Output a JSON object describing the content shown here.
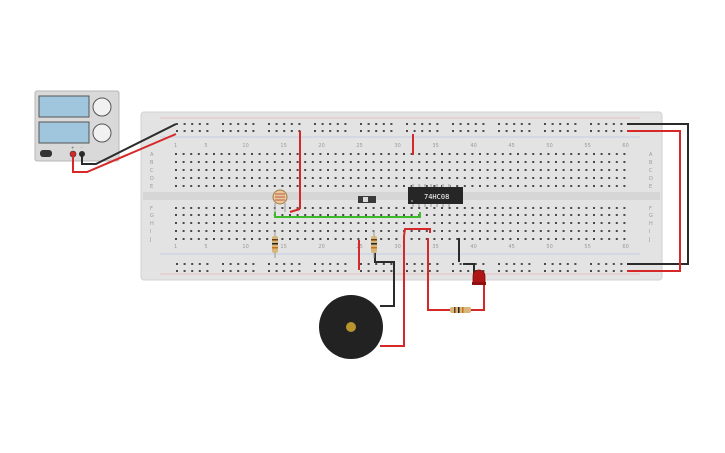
{
  "ic": {
    "label": "74HC08"
  },
  "breadboard": {
    "column_numbers": [
      "1",
      "5",
      "10",
      "15",
      "20",
      "25",
      "30",
      "35",
      "40",
      "45",
      "50",
      "55",
      "60"
    ],
    "row_letters_top": [
      "A",
      "B",
      "C",
      "D",
      "E"
    ],
    "row_letters_bottom": [
      "F",
      "G",
      "H",
      "I",
      "J"
    ]
  },
  "power_supply": {
    "terminal_labels": [
      "+",
      "-"
    ]
  },
  "colors": {
    "breadboard": "#e3e3e3",
    "hole": "#4a4a4a",
    "wire_red": "#d62828",
    "wire_black": "#2b2b2b",
    "wire_green": "#3dbb2c",
    "led": "#b01515",
    "ic_body": "#262626",
    "buzzer": "#222222",
    "buzzer_center": "#b8932e"
  }
}
